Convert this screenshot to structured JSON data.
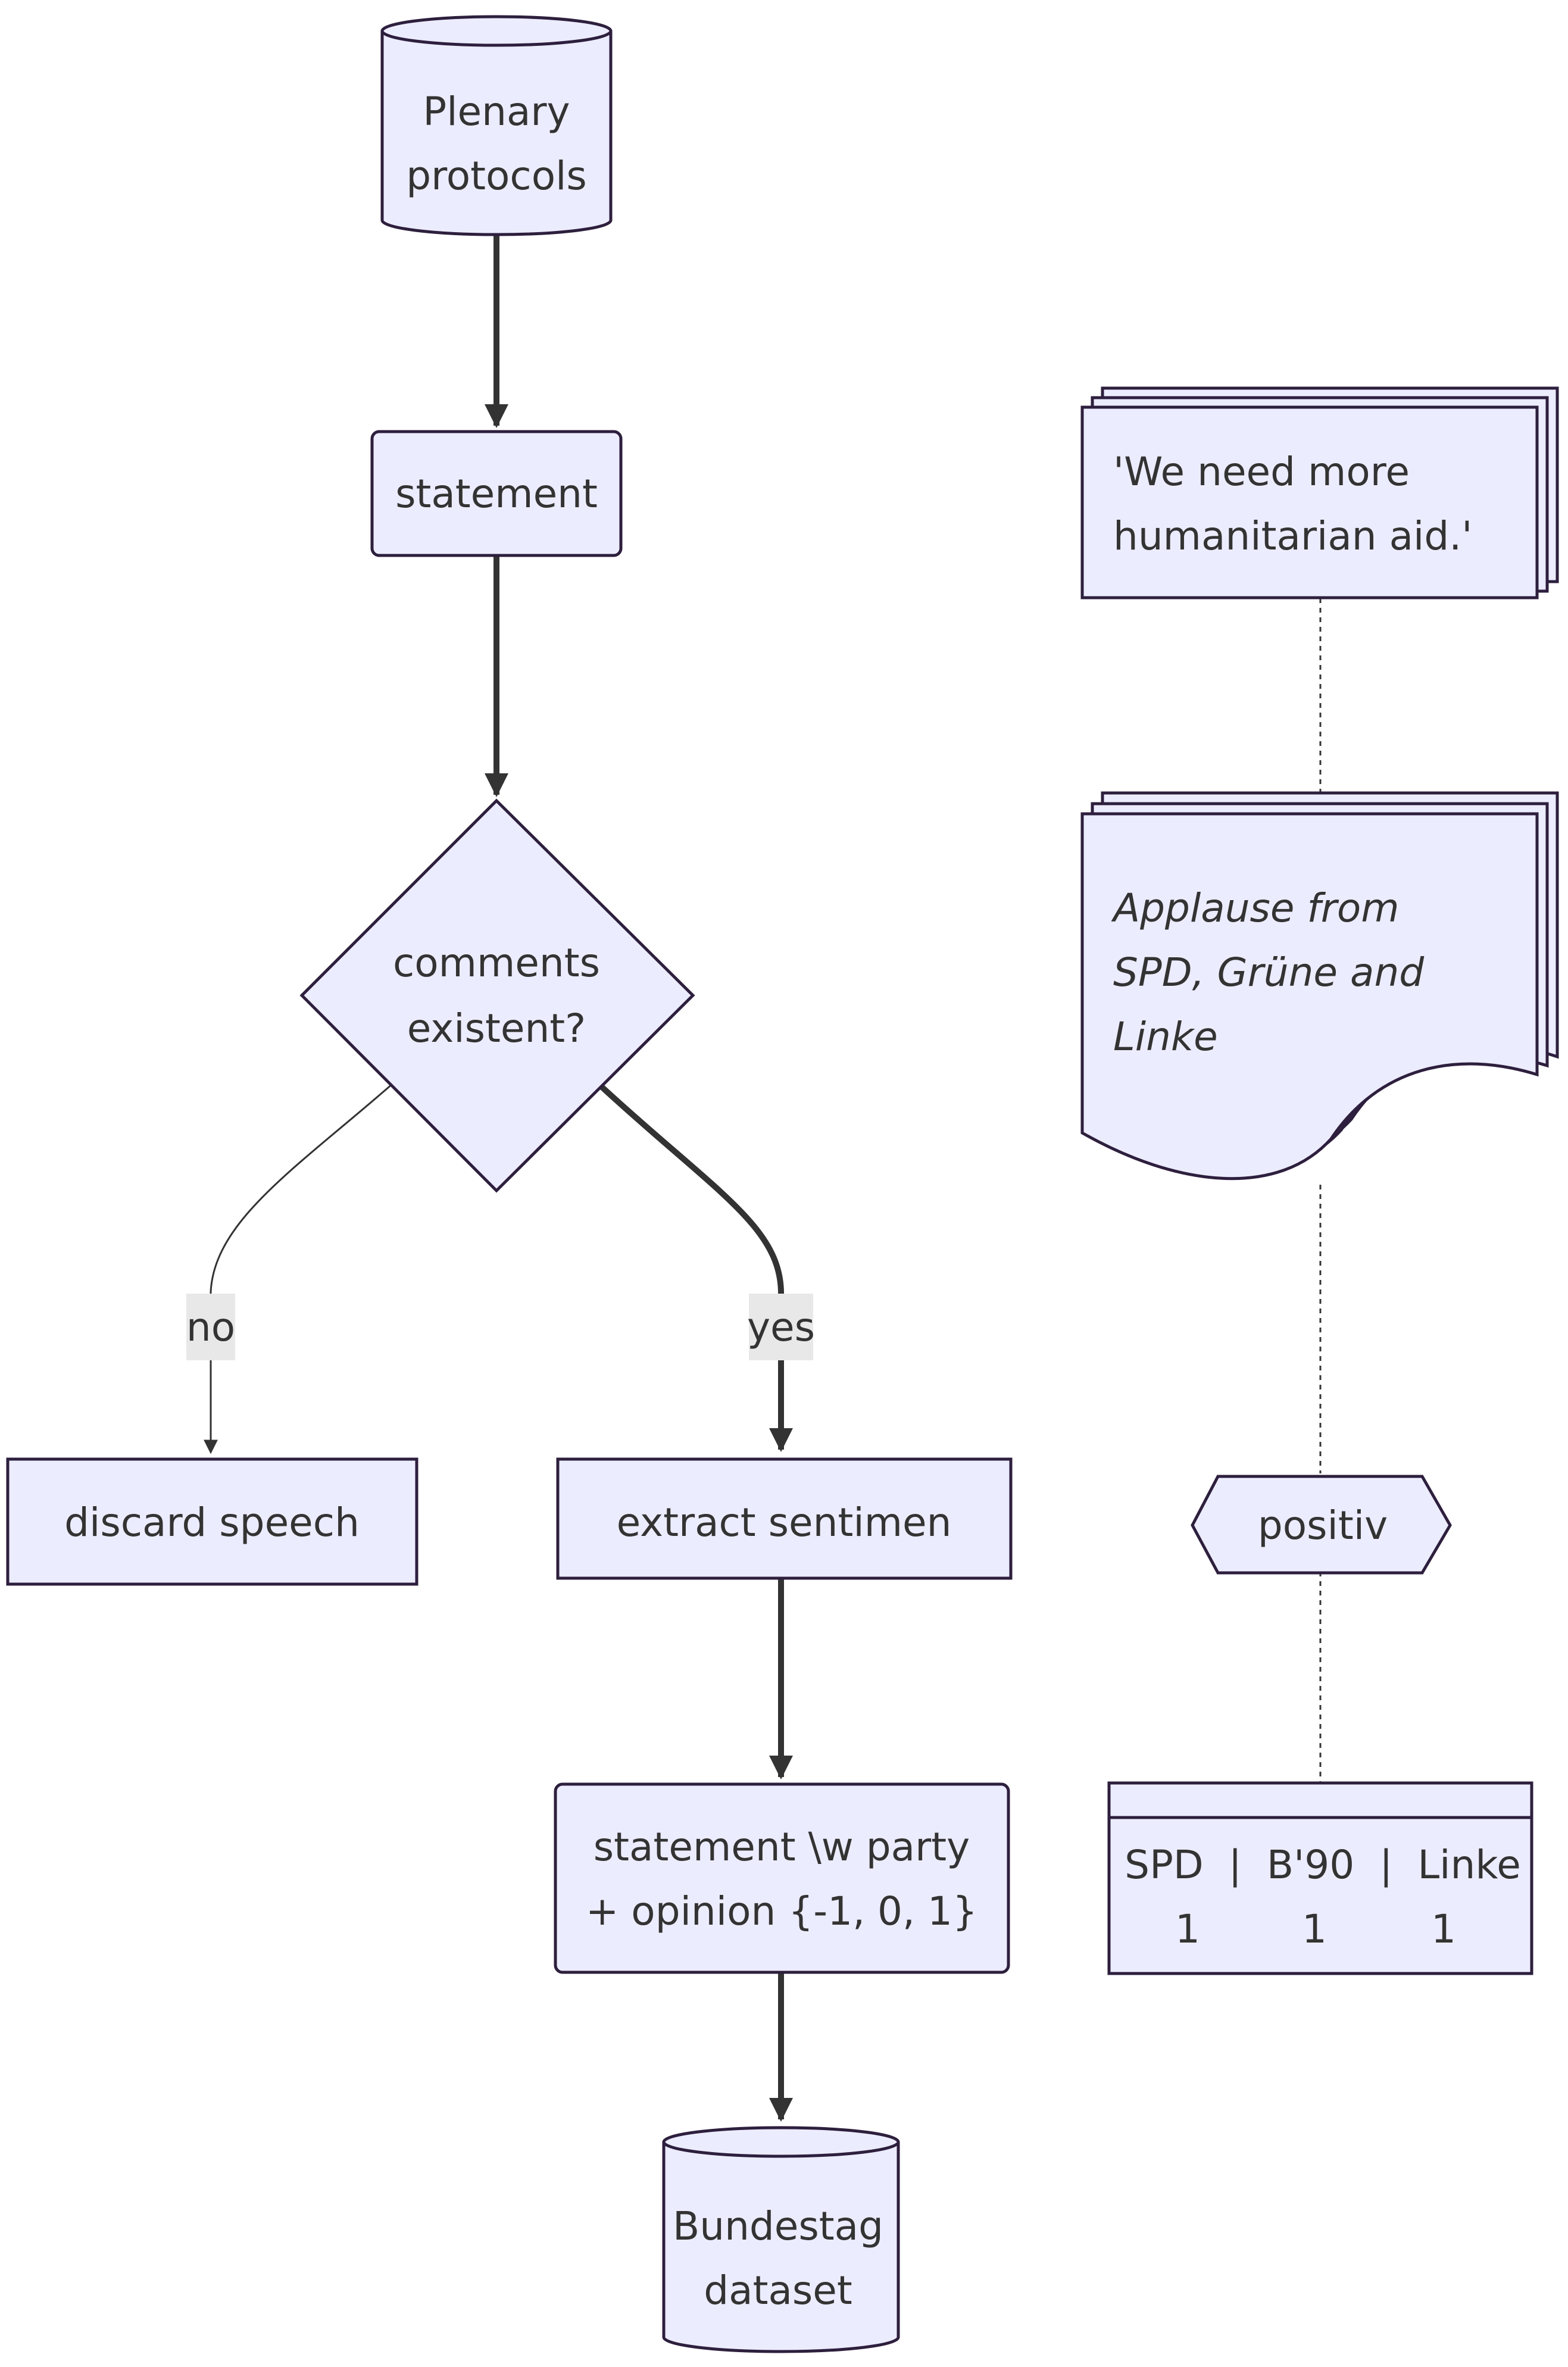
{
  "nodes": {
    "plenary": {
      "line1": "Plenary",
      "line2": "protocols"
    },
    "statement": {
      "label": "statement"
    },
    "decision": {
      "line1": "comments",
      "line2": "existent?"
    },
    "discard": {
      "label": "discard speech"
    },
    "extract": {
      "label": "extract sentimen"
    },
    "statement_party": {
      "line1": "statement \\w party",
      "line2": "+ opinion {-1, 0, 1}"
    },
    "bundestag": {
      "line1": "Bundestag",
      "line2": "dataset"
    },
    "quote": {
      "line1": "'We need more",
      "line2": "humanitarian aid.'"
    },
    "applause": {
      "line1": "Applause from",
      "line2": "SPD, Grüne and",
      "line3": "Linke"
    },
    "positiv": {
      "label": "positiv"
    },
    "table": {
      "header": "SPD  |  B'90  |  Linke",
      "v1": "1",
      "v2": "1",
      "v3": "1"
    }
  },
  "edges": {
    "no_label": "no",
    "yes_label": "yes"
  },
  "colors": {
    "node_fill": "#ECECFF",
    "node_stroke": "#2d1f3d",
    "edge": "#333333",
    "text": "#333333",
    "label_bg": "#e8e8e8"
  }
}
